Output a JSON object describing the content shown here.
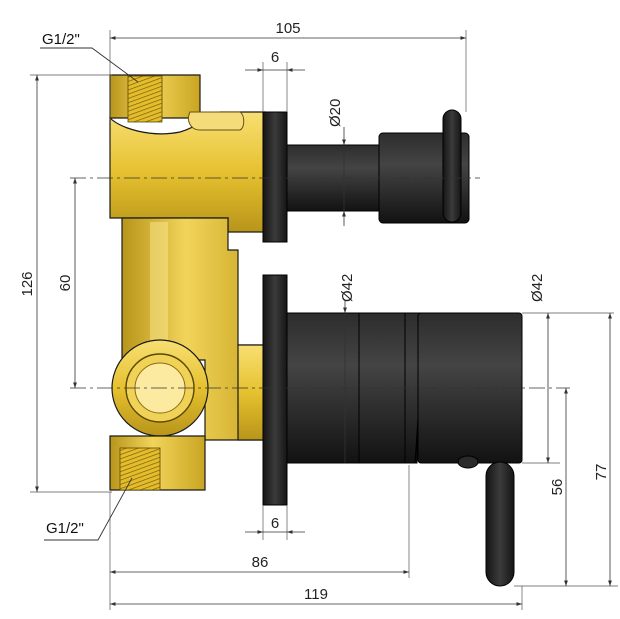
{
  "drawing": {
    "colors": {
      "brass": "#e6c12f",
      "brass_dark": "#b8951a",
      "brass_light": "#f6dc6a",
      "black_finish": "#1c1c1c",
      "black_highlight": "#3a3a3a",
      "line": "#333333"
    },
    "callouts": {
      "thread_top": "G1/2\"",
      "thread_bottom": "G1/2\""
    },
    "dimensions": {
      "overall_width_top": "105",
      "flange_thickness_top": "6",
      "spindle_diameter": "Ø20",
      "body_height": "126",
      "inlet_centres": "60",
      "handle_body_diameter": "Ø42",
      "cover_diameter": "Ø42",
      "lever_drop": "56",
      "overall_height_right": "77",
      "flange_thickness_bottom": "6",
      "body_to_flange_depth": "86",
      "overall_width_bottom": "119"
    }
  }
}
